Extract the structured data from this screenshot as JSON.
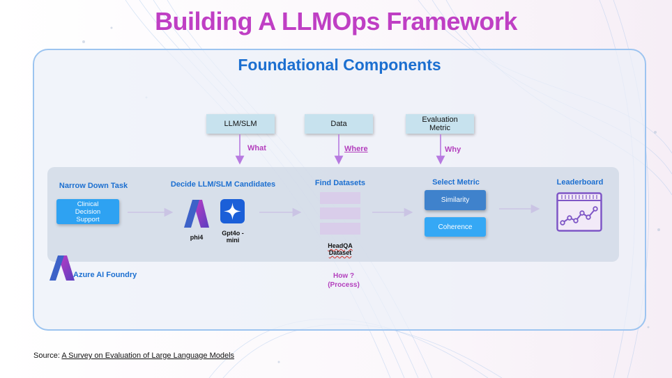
{
  "title": "Building A LLMOps Framework",
  "subtitle": "Foundational Components",
  "top_boxes": [
    {
      "label": "LLM/SLM",
      "question": "What"
    },
    {
      "label": "Data",
      "question": "Where"
    },
    {
      "label": "Evaluation Metric",
      "question": "Why"
    }
  ],
  "steps": {
    "narrow": {
      "title": "Narrow Down Task",
      "button": "Clinical Decision Support"
    },
    "decide": {
      "title": "Decide LLM/SLM Candidates",
      "models": [
        "phi4",
        "Gpt4o -mini"
      ]
    },
    "find": {
      "title": "Find Datasets",
      "dataset": "HeadQA Dataset",
      "question": "How ? (Process)"
    },
    "metric": {
      "title": "Select Metric",
      "options": [
        "Similarity",
        "Coherence"
      ]
    },
    "leaderboard": {
      "title": "Leaderboard"
    }
  },
  "azure_label": "Azure AI Foundry",
  "source": {
    "prefix": "Source: ",
    "link_text": "A Survey on Evaluation of Large Language Models"
  },
  "colors": {
    "title": "#bf3fc4",
    "accent_blue": "#1c6fd0",
    "arrow": "#b77ae0",
    "button_blue": "#2ea2f2"
  },
  "icons": [
    "azure-ai-foundry-icon",
    "phi4-icon",
    "gpt4o-mini-icon",
    "leaderboard-chart-icon"
  ]
}
